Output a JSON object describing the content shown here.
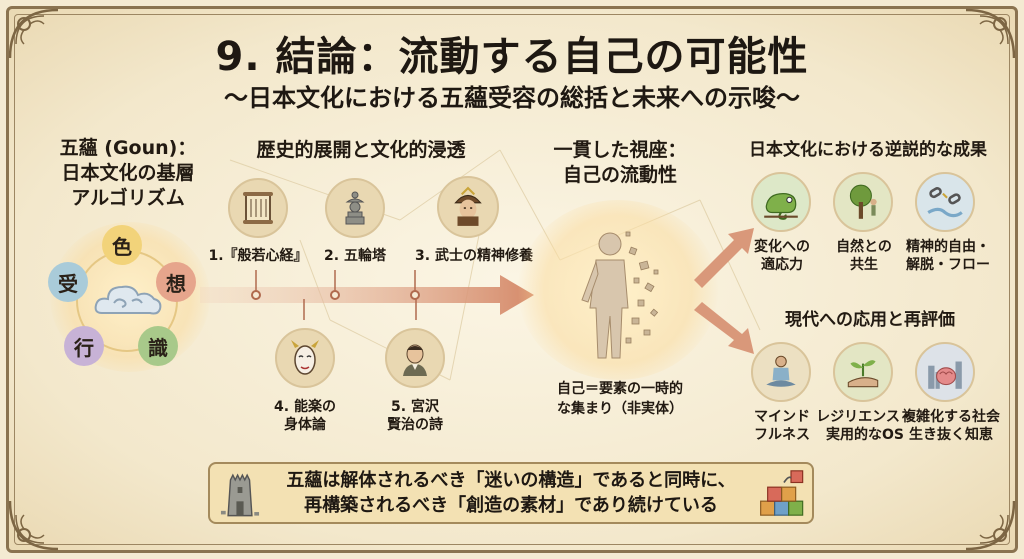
{
  "title": "9. 結論：流動する自己の可能性",
  "subtitle": "〜日本文化における五蘊受容の総括と未来への示唆〜",
  "left": {
    "heading_line1": "五蘊 (Goun)：",
    "heading_line2": "日本文化の基層",
    "heading_line3": "アルゴリズム",
    "skandhas": [
      "色",
      "想",
      "識",
      "行",
      "受"
    ]
  },
  "history": {
    "heading": "歴史的展開と文化的浸透",
    "items": [
      {
        "label": "1.『般若心経』",
        "icon": "scroll-icon"
      },
      {
        "label": "2. 五輪塔",
        "icon": "pagoda-icon"
      },
      {
        "label": "3. 武士の精神修養",
        "icon": "samurai-icon"
      },
      {
        "label_1": "4. 能楽の",
        "label_2": "身体論",
        "icon": "noh-mask-icon"
      },
      {
        "label_1": "5. 宮沢",
        "label_2": "賢治の詩",
        "icon": "poet-icon"
      }
    ]
  },
  "center": {
    "heading_line1": "一貫した視座：",
    "heading_line2": "自己の流動性",
    "caption_line1": "自己＝要素の一時的",
    "caption_line2": "な集まり（非実体）"
  },
  "paradox": {
    "heading": "日本文化における逆説的な成果",
    "items": [
      {
        "label_1": "変化への",
        "label_2": "適応力",
        "icon": "chameleon-icon"
      },
      {
        "label_1": "自然との",
        "label_2": "共生",
        "icon": "tree-icon"
      },
      {
        "label_1": "精神的自由・",
        "label_2": "解脱・フロー",
        "icon": "broken-chain-icon"
      }
    ]
  },
  "modern": {
    "heading": "現代への応用と再評価",
    "items": [
      {
        "label_1": "マインド",
        "label_2": "フルネス",
        "icon": "meditation-icon"
      },
      {
        "label_1": "レジリエンス・",
        "label_2": "実用的なOS",
        "icon": "sprout-icon"
      },
      {
        "label_1": "複雑化する社会",
        "label_2": "生き抜く知恵",
        "icon": "brain-city-icon"
      }
    ]
  },
  "bottom": {
    "line1": "五蘊は解体されるべき「迷いの構造」であると同時に、",
    "line2": "再構築されるべき「創造の素材」であり続けている"
  },
  "colors": {
    "arrow": "#d9987a",
    "skandha_rupa": "#f2d37a",
    "skandha_samjna": "#e6a58c",
    "skandha_vijnana": "#a8c98a",
    "skandha_samskara": "#c7b2d6",
    "skandha_vedana": "#a9cbd9"
  }
}
